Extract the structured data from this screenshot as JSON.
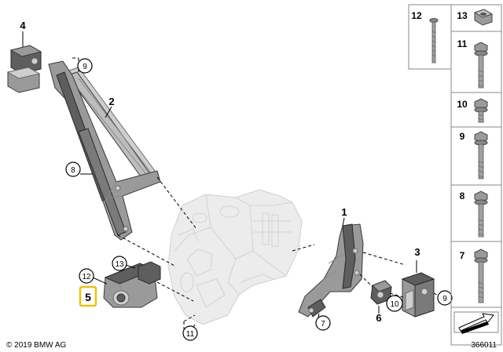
{
  "copyright": "© 2019 BMW AG",
  "diagram_number": "366011",
  "callouts": {
    "c1": "1",
    "c2": "2",
    "c3": "3",
    "c4": "4",
    "c5": "5",
    "c6": "6",
    "c7": "7",
    "c8": "8",
    "c9a": "9",
    "c9b": "9",
    "c10": "10",
    "c11": "11",
    "c12": "12",
    "c13": "13"
  },
  "fastener_panel": {
    "labels": {
      "p12": "12",
      "p13": "13",
      "p11": "11",
      "p10": "10",
      "p9": "9",
      "p8": "8",
      "p7": "7"
    }
  },
  "colors": {
    "highlight": "#f2c200",
    "part": "#9a9a9a",
    "ghost": "#ececec"
  }
}
